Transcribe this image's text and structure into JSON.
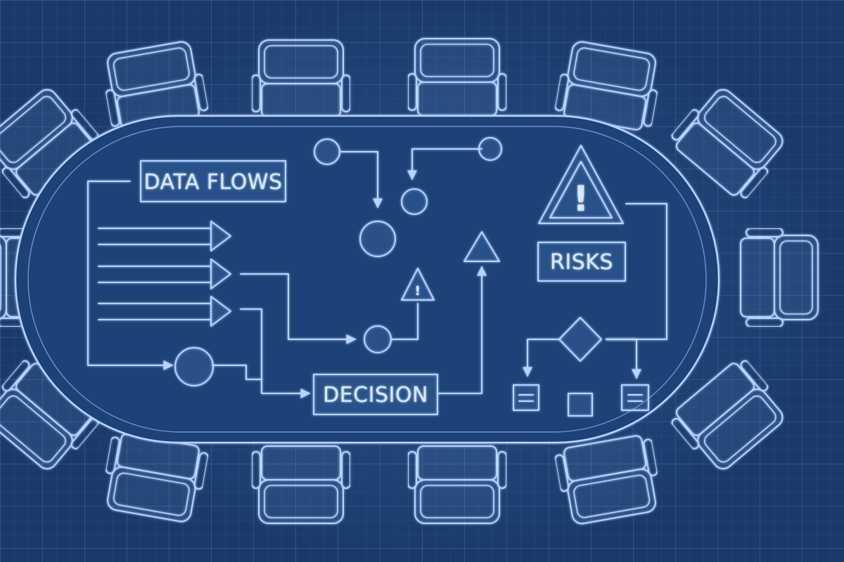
{
  "labels": {
    "data_flows": "DATA FLOWS",
    "decision": "DECISION",
    "risks": "RISKS",
    "warning_mark": "!"
  },
  "colors": {
    "background": "#1a3a6b",
    "line": "#b6d4ff",
    "text": "#d7e8ff"
  },
  "icons": [
    "chair-icon",
    "warning-icon",
    "decision-diamond-icon",
    "node-circle-icon",
    "document-icon"
  ]
}
